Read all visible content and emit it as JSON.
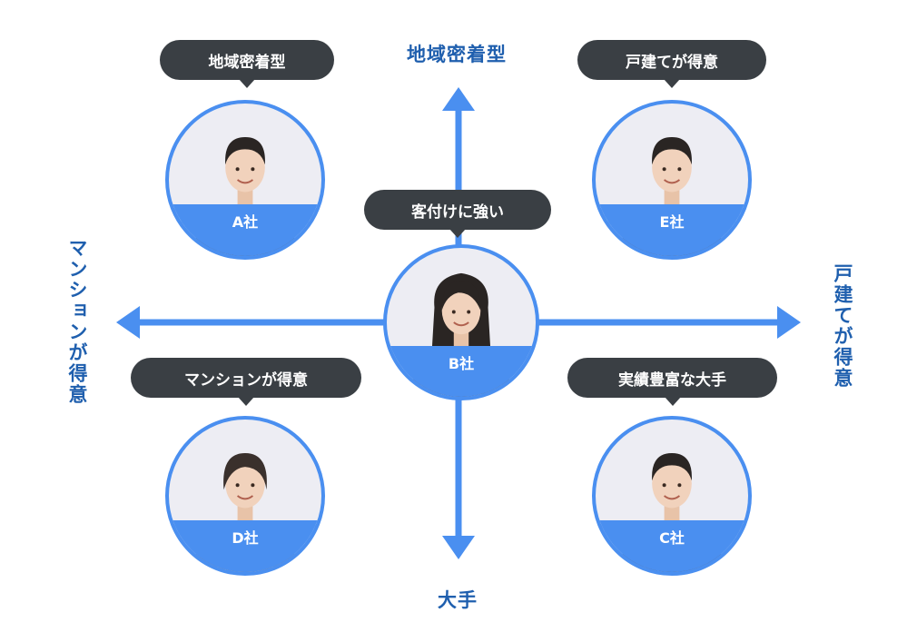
{
  "axes": {
    "top": "地域密着型",
    "bottom": "大手",
    "left": "マンションが得意",
    "right": "戸建てが得意"
  },
  "companies": [
    {
      "id": "A",
      "label": "A社",
      "tag": "地域密着型",
      "hair": "short"
    },
    {
      "id": "E",
      "label": "E社",
      "tag": "戸建てが得意",
      "hair": "short"
    },
    {
      "id": "B",
      "label": "B社",
      "tag": "客付けに強い",
      "hair": "long"
    },
    {
      "id": "D",
      "label": "D社",
      "tag": "マンションが得意",
      "hair": "bob"
    },
    {
      "id": "C",
      "label": "C社",
      "tag": "実績豊富な大手",
      "hair": "short"
    }
  ],
  "colors": {
    "accent": "#4a8ff0",
    "axis_text": "#1f5fae",
    "bubble": "#3a3f44",
    "avatar_bg": "#ededf3"
  },
  "icons": [
    "arrow-up-icon",
    "arrow-down-icon",
    "arrow-left-icon",
    "arrow-right-icon",
    "person-icon"
  ]
}
